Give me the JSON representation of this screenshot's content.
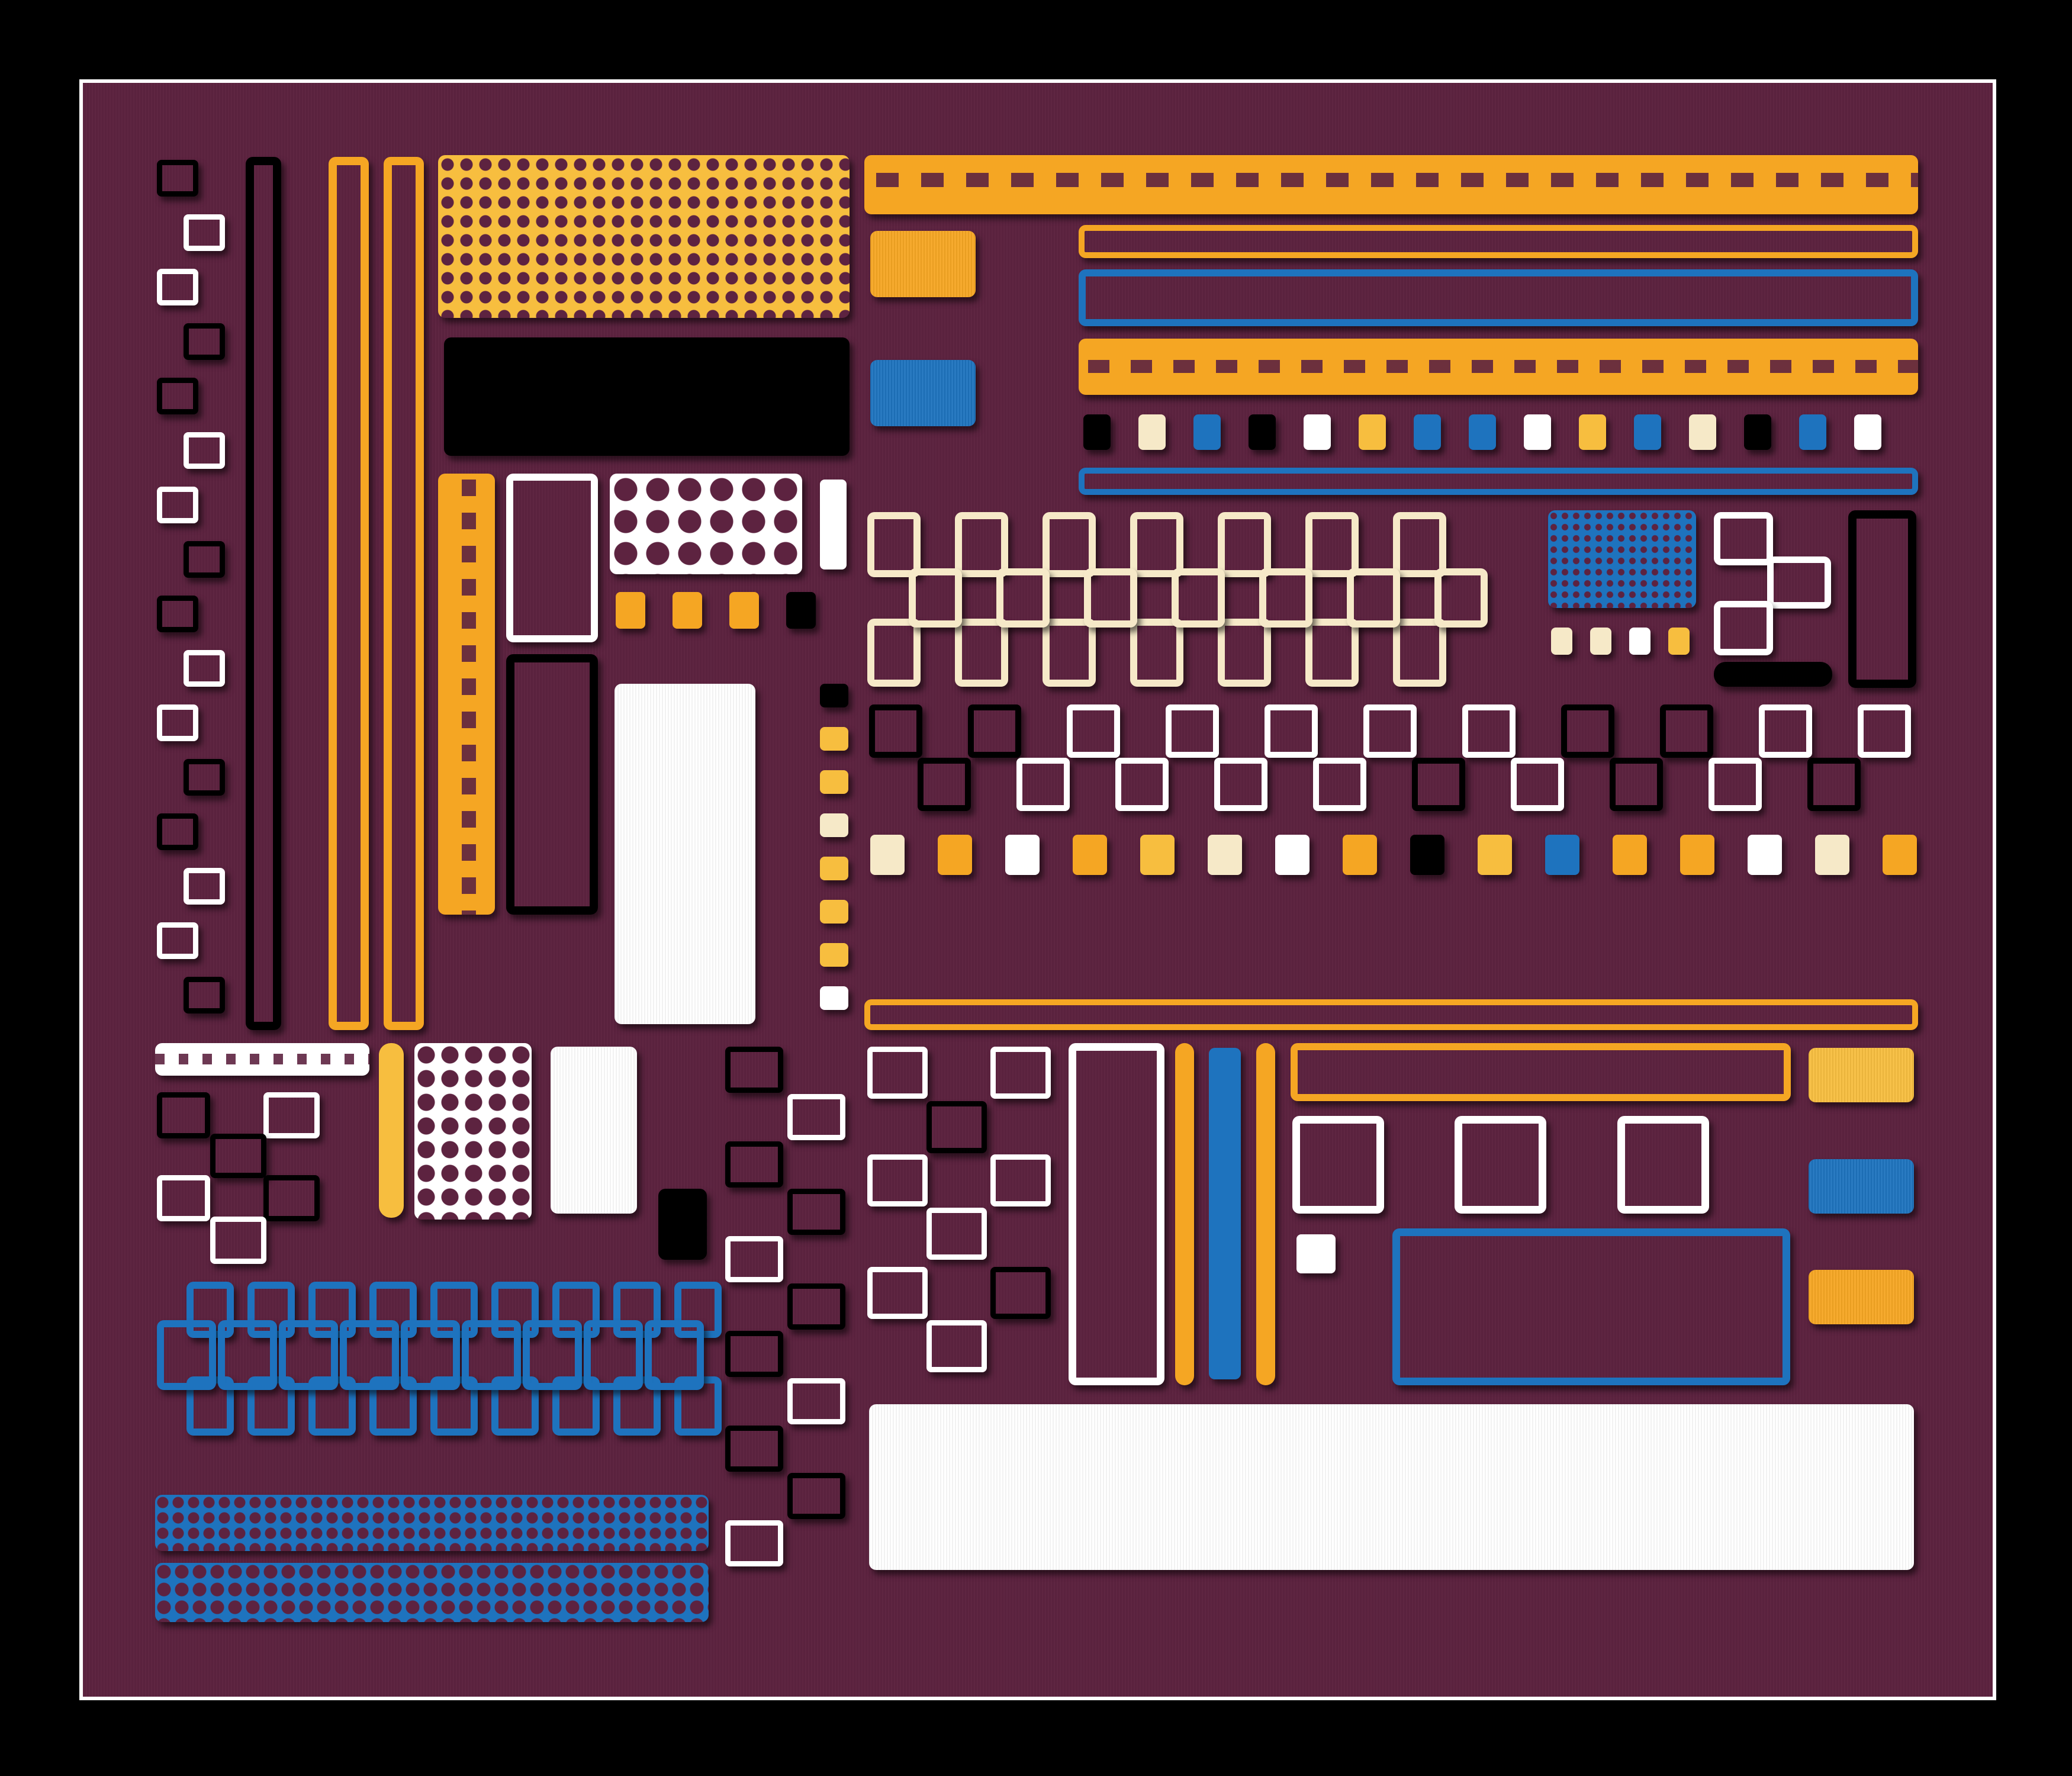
{
  "palette": {
    "background": "#000000",
    "panel": "#5d2340",
    "frame": "#ffffff",
    "orange": "#f5a623",
    "yellow": "#f7be3f",
    "blue": "#1e73be",
    "black": "#000000",
    "white": "#ffffff",
    "cream": "#f6e9c8"
  },
  "shapes": [
    {
      "kind": "chain-column",
      "color": "black-white"
    },
    {
      "kind": "tall-outline-bar",
      "color": "black"
    },
    {
      "kind": "tall-outline-bar",
      "color": "orange"
    },
    {
      "kind": "tall-outline-bar",
      "color": "orange"
    },
    {
      "kind": "perforated-panel",
      "color": "yellow"
    },
    {
      "kind": "checker-strip",
      "color": "orange"
    },
    {
      "kind": "solid-block",
      "color": "orange"
    },
    {
      "kind": "outline-bar",
      "color": "orange"
    },
    {
      "kind": "outline-bar",
      "color": "blue"
    },
    {
      "kind": "checker-strip",
      "color": "orange"
    },
    {
      "kind": "solid-panel",
      "color": "black"
    },
    {
      "kind": "solid-block",
      "color": "blue"
    },
    {
      "kind": "tile-row",
      "color": "mixed"
    },
    {
      "kind": "outline-bar",
      "color": "blue"
    },
    {
      "kind": "checker-column",
      "color": "orange"
    },
    {
      "kind": "outline-frame",
      "color": "white"
    },
    {
      "kind": "perforated-panel",
      "color": "white"
    },
    {
      "kind": "small-tile",
      "color": "white"
    },
    {
      "kind": "lattice",
      "color": "cream"
    },
    {
      "kind": "mesh-block",
      "color": "blue"
    },
    {
      "kind": "zigzag-outline",
      "color": "white"
    },
    {
      "kind": "outline-frame",
      "color": "black"
    },
    {
      "kind": "outline-frame",
      "color": "black"
    },
    {
      "kind": "solid-panel",
      "color": "white"
    },
    {
      "kind": "tile-column",
      "color": "mixed"
    },
    {
      "kind": "chain-row",
      "color": "black-white"
    },
    {
      "kind": "tile-row",
      "color": "mixed"
    },
    {
      "kind": "outline-bar",
      "color": "orange"
    },
    {
      "kind": "checker-strip",
      "color": "white"
    },
    {
      "kind": "square-cluster",
      "color": "black-white"
    },
    {
      "kind": "rounded-bar",
      "color": "yellow"
    },
    {
      "kind": "mesh-block",
      "color": "white"
    },
    {
      "kind": "solid-panel",
      "color": "white"
    },
    {
      "kind": "small-block",
      "color": "black"
    },
    {
      "kind": "chain-column",
      "color": "black-white"
    },
    {
      "kind": "square-cluster",
      "color": "white-black"
    },
    {
      "kind": "outline-frame",
      "color": "white"
    },
    {
      "kind": "thin-bar",
      "color": "orange"
    },
    {
      "kind": "thin-bar",
      "color": "blue"
    },
    {
      "kind": "thin-bar",
      "color": "orange"
    },
    {
      "kind": "outline-bar",
      "color": "orange"
    },
    {
      "kind": "solid-block",
      "color": "yellow"
    },
    {
      "kind": "outline-square",
      "color": "white"
    },
    {
      "kind": "outline-square",
      "color": "white"
    },
    {
      "kind": "outline-square",
      "color": "white"
    },
    {
      "kind": "solid-block",
      "color": "blue"
    },
    {
      "kind": "small-tile",
      "color": "white"
    },
    {
      "kind": "outline-frame",
      "color": "blue"
    },
    {
      "kind": "solid-block",
      "color": "orange"
    },
    {
      "kind": "lattice",
      "color": "blue"
    },
    {
      "kind": "perforated-strip",
      "color": "blue"
    },
    {
      "kind": "perforated-strip",
      "color": "blue"
    },
    {
      "kind": "solid-panel",
      "color": "white"
    }
  ]
}
